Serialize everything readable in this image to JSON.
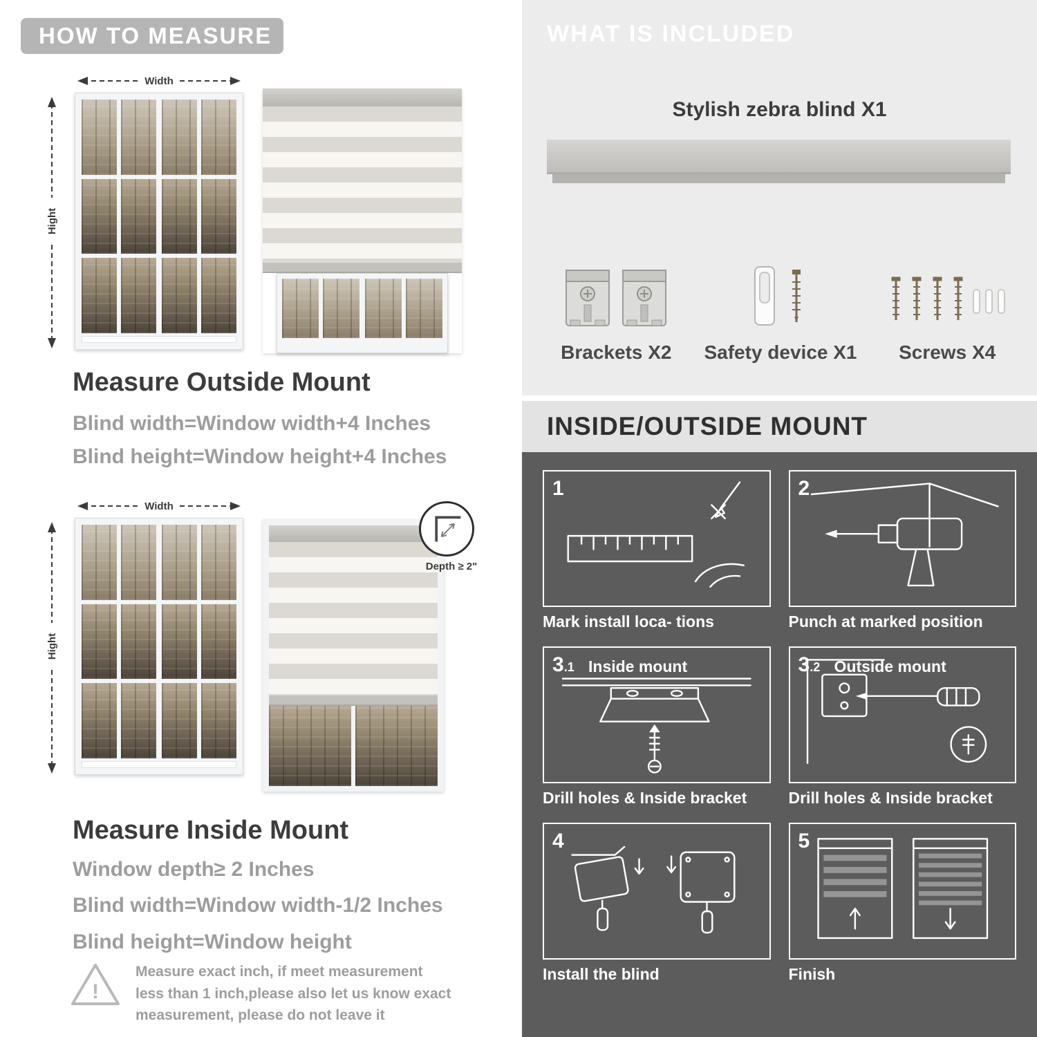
{
  "left": {
    "header": "HOW TO MEASURE",
    "outside": {
      "width_label": "Width",
      "height_label": "Hight",
      "title": "Measure Outside Mount",
      "lines": [
        "Blind width=Window width+4 Inches",
        "Blind height=Window height+4 Inches"
      ]
    },
    "inside": {
      "width_label": "Width",
      "height_label": "Hight",
      "depth_label": "Depth ≥ 2\"",
      "title": "Measure Inside Mount",
      "lines": [
        "Window depth≥ 2 Inches",
        "Blind width=Window width-1/2 Inches",
        "Blind height=Window height"
      ]
    },
    "note": {
      "icon": "warning-triangle-icon",
      "text": "Measure exact inch, if meet measurement less than 1 inch,please also let us know exact measurement, please do not leave it"
    }
  },
  "right": {
    "included": {
      "header": "WHAT IS INCLUDED",
      "product": "Stylish zebra blind X1",
      "parts": [
        {
          "icon": "bracket-icon",
          "label": "Brackets X2"
        },
        {
          "icon": "safety-device-icon",
          "label": "Safety device X1"
        },
        {
          "icon": "screws-icon",
          "label": "Screws X4"
        }
      ]
    },
    "mount": {
      "header": "INSIDE/OUTSIDE MOUNT",
      "steps": [
        {
          "num": "1",
          "caption": "Mark install loca- tions"
        },
        {
          "num": "2",
          "caption": "Punch at  marked position"
        },
        {
          "num": "3",
          "sub": ".1",
          "label": "Inside mount",
          "caption": "Drill holes &  Inside bracket"
        },
        {
          "num": "3",
          "sub": ".2",
          "label": "Outside mount",
          "caption": "Drill holes &  Inside bracket"
        },
        {
          "num": "4",
          "caption": "Install the blind"
        },
        {
          "num": "5",
          "caption": "Finish"
        }
      ]
    }
  },
  "colors": {
    "pill-gray": "#b5b5b5",
    "heading-dark": "#3c3c3c",
    "muted-gray": "#9d9d9d",
    "included-bg": "#ececec",
    "mount-bg": "#5c5c5c",
    "mount-header-bg": "#e3e3e3",
    "blind-stripe": "#dbd9d2",
    "blind-sheer": "#f7f6f3",
    "cassette-gray": "#c3c2be"
  }
}
